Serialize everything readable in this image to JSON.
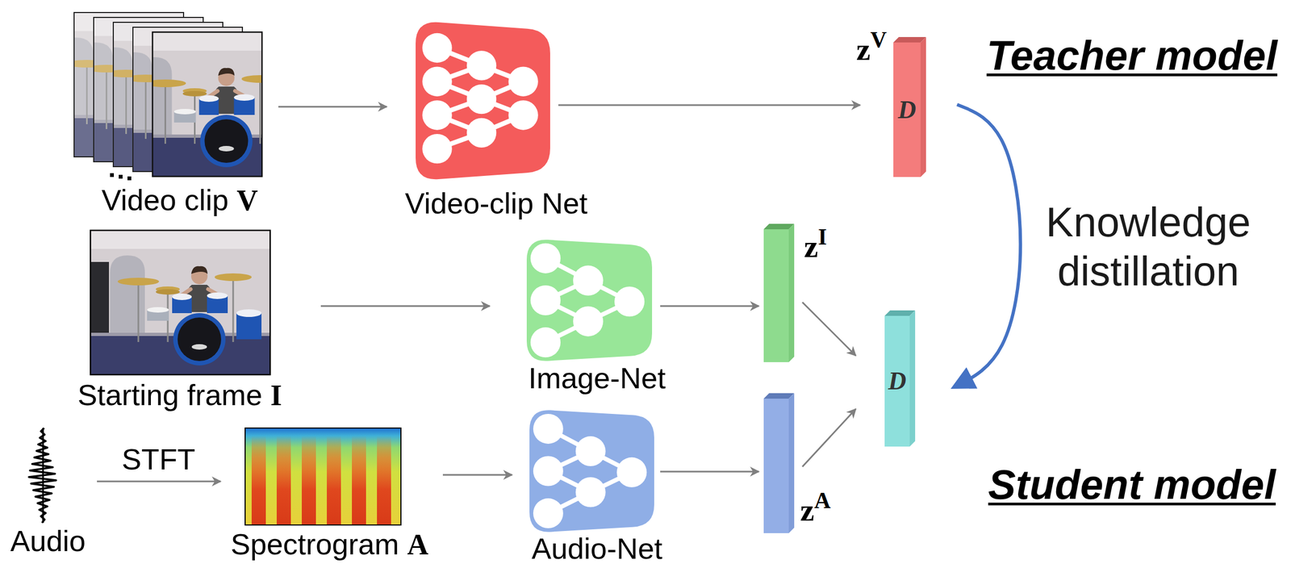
{
  "diagram": {
    "nodes": [
      {
        "text": [
          "Video clip V"
        ]
      },
      {
        "text": [
          "Video-clip Net"
        ]
      },
      {
        "text": [
          "zV",
          "D"
        ]
      },
      {
        "text": [
          "Starting frame I"
        ]
      },
      {
        "text": [
          "Image-Net"
        ]
      },
      {
        "text": [
          "zI"
        ]
      },
      {
        "text": [
          "Audio"
        ]
      },
      {
        "text": [
          "Spectrogram A"
        ]
      },
      {
        "text": [
          "Audio-Net"
        ]
      },
      {
        "text": [
          "zA"
        ]
      },
      {
        "text": [
          "D"
        ]
      }
    ],
    "edges": [
      {
        "from": 0,
        "to": 1,
        "arrow": "to"
      },
      {
        "from": 1,
        "to": 2,
        "arrow": "to"
      },
      {
        "from": 3,
        "to": 4,
        "arrow": "to"
      },
      {
        "from": 4,
        "to": 5,
        "arrow": "to"
      },
      {
        "from": 6,
        "to": 7,
        "label": "STFT",
        "arrow": "to"
      },
      {
        "from": 7,
        "to": 8,
        "arrow": "to"
      },
      {
        "from": 8,
        "to": 9,
        "arrow": "to"
      },
      {
        "from": 5,
        "to": 10,
        "arrow": "to"
      },
      {
        "from": 9,
        "to": 10,
        "arrow": "to"
      },
      {
        "from": 2,
        "to": 10,
        "label": "Knowledge distillation",
        "arrow": "to"
      }
    ],
    "labels": [
      "Teacher model",
      "Student model"
    ]
  }
}
